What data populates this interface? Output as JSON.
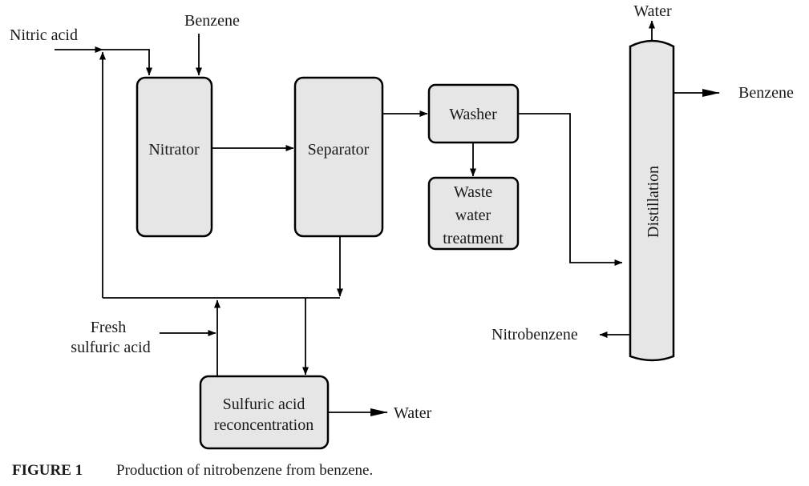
{
  "units": {
    "nitrator": "Nitrator",
    "separator": "Separator",
    "washer": "Washer",
    "waste_water": [
      "Waste",
      "water",
      "treatment"
    ],
    "distillation": "Distillation",
    "sulfuric_reconc": [
      "Sulfuric acid",
      "reconcentration"
    ]
  },
  "streams": {
    "nitric_acid": "Nitric acid",
    "benzene_feed": "Benzene",
    "water_top": "Water",
    "benzene_product": "Benzene",
    "nitrobenzene": "Nitrobenzene",
    "fresh_sulfuric": [
      "Fresh",
      "sulfuric acid"
    ],
    "water_bottom": "Water"
  },
  "caption": {
    "number": "FIGURE 1",
    "text": "Production of nitrobenzene from benzene."
  }
}
